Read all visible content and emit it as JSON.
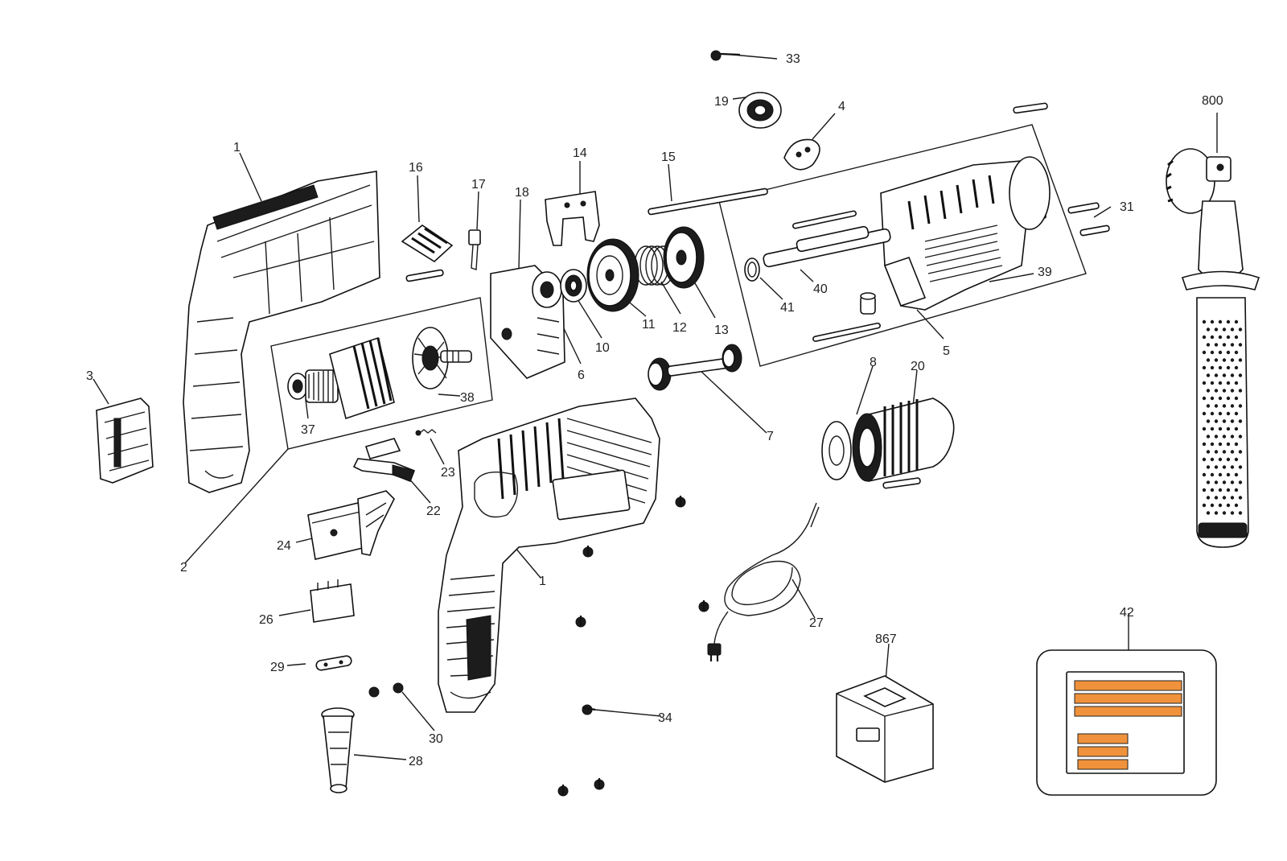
{
  "callouts": [
    {
      "id": "p33",
      "text": "33"
    },
    {
      "id": "p19",
      "text": "19"
    },
    {
      "id": "p4",
      "text": "4"
    },
    {
      "id": "p800",
      "text": "800"
    },
    {
      "id": "p1a",
      "text": "1"
    },
    {
      "id": "p16",
      "text": "16"
    },
    {
      "id": "p17",
      "text": "17"
    },
    {
      "id": "p18",
      "text": "18"
    },
    {
      "id": "p14",
      "text": "14"
    },
    {
      "id": "p15",
      "text": "15"
    },
    {
      "id": "p31",
      "text": "31"
    },
    {
      "id": "p39",
      "text": "39"
    },
    {
      "id": "p40",
      "text": "40"
    },
    {
      "id": "p41",
      "text": "41"
    },
    {
      "id": "p10",
      "text": "10"
    },
    {
      "id": "p11",
      "text": "11"
    },
    {
      "id": "p12",
      "text": "12"
    },
    {
      "id": "p13",
      "text": "13"
    },
    {
      "id": "p5",
      "text": "5"
    },
    {
      "id": "p6",
      "text": "6"
    },
    {
      "id": "p3",
      "text": "3"
    },
    {
      "id": "p38",
      "text": "38"
    },
    {
      "id": "p37",
      "text": "37"
    },
    {
      "id": "p8",
      "text": "8"
    },
    {
      "id": "p20",
      "text": "20"
    },
    {
      "id": "p7",
      "text": "7"
    },
    {
      "id": "p23",
      "text": "23"
    },
    {
      "id": "p22",
      "text": "22"
    },
    {
      "id": "p24",
      "text": "24"
    },
    {
      "id": "p2",
      "text": "2"
    },
    {
      "id": "p1b",
      "text": "1"
    },
    {
      "id": "p26",
      "text": "26"
    },
    {
      "id": "p27",
      "text": "27"
    },
    {
      "id": "p29",
      "text": "29"
    },
    {
      "id": "p867",
      "text": "867"
    },
    {
      "id": "p42",
      "text": "42"
    },
    {
      "id": "p30",
      "text": "30"
    },
    {
      "id": "p34",
      "text": "34"
    },
    {
      "id": "p28",
      "text": "28"
    }
  ],
  "colors": {
    "line": "#1a1a1a",
    "label_bar": "#f0923b"
  }
}
